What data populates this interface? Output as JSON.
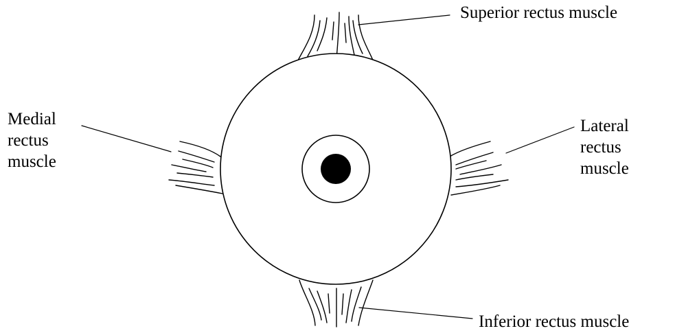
{
  "diagram": {
    "labels": {
      "superior": [
        "Superior rectus muscle"
      ],
      "inferior": [
        "Inferior rectus muscle"
      ],
      "medial": [
        "Medial",
        "rectus",
        "muscle"
      ],
      "lateral": [
        "Lateral",
        "rectus",
        "muscle"
      ]
    },
    "colors": {
      "stroke": "#000000",
      "background": "#ffffff",
      "pupil": "#000000"
    }
  }
}
